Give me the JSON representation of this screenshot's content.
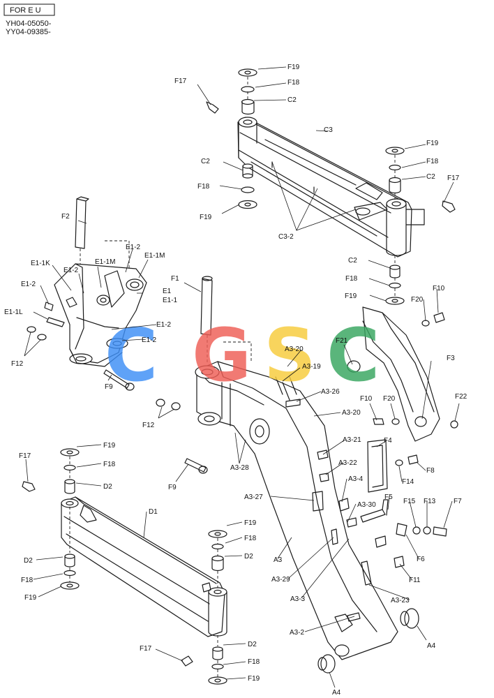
{
  "header": {
    "region_badge": "FOR E U",
    "serial_1": "YH04-05050-",
    "serial_2": "YY04-09385-"
  },
  "watermark": {
    "letters": [
      "C",
      "G",
      "S",
      "C"
    ],
    "colors": [
      "#3d8ef6",
      "#ef5d55",
      "#f7cb3a",
      "#37a55f"
    ]
  },
  "callouts": {
    "f19_top": "F19",
    "f18_top": "F18",
    "c2_top": "C2",
    "f17_top": "F17",
    "c3": "C3",
    "f19_r": "F19",
    "f18_r": "F18",
    "c2_r": "C2",
    "f17_r": "F17",
    "c2_l": "C2",
    "f18_l": "F18",
    "f19_l": "F19",
    "c3_2": "C3-2",
    "c2_b": "C2",
    "f18_b": "F18",
    "f19_b": "F19",
    "f2": "F2",
    "e1_2a": "E1-2",
    "e1_2b": "E1-2",
    "e1_1k": "E1-1K",
    "e1_1m_a": "E1-1M",
    "e1_1m_b": "E1-1M",
    "e1_2c": "E1-2",
    "e1": "E1",
    "e1_1": "E1-1",
    "e1_1l": "E1-1L",
    "e1_2d": "E1-2",
    "e1_2e": "E1-2",
    "f12_a": "F12",
    "f9_a": "F9",
    "f1": "F1",
    "f20_a": "F20",
    "f10_a": "F10",
    "f21": "F21",
    "f3": "F3",
    "a3_20a": "A3-20",
    "a3_19": "A3-19",
    "a3_26": "A3-26",
    "a3_20b": "A3-20",
    "f10_b": "F10",
    "f20_b": "F20",
    "f22": "F22",
    "f12_b": "F12",
    "a3_28": "A3-28",
    "f9_b": "F9",
    "a3_21": "A3-21",
    "f4": "F4",
    "a3_22": "A3-22",
    "f8": "F8",
    "a3_4": "A3-4",
    "f14": "F14",
    "a3_27": "A3-27",
    "a3_30": "A3-30",
    "f5": "F5",
    "f15": "F15",
    "f13": "F13",
    "f7": "F7",
    "f6": "F6",
    "a3": "A3",
    "f11": "F11",
    "a3_29": "A3-29",
    "a3_3": "A3-3",
    "a3_23": "A3-23",
    "a3_2": "A3-2",
    "a4_a": "A4",
    "a4_b": "A4",
    "f17_d": "F17",
    "f19_d1": "F19",
    "f18_d1": "F18",
    "d2_d1": "D2",
    "d1": "D1",
    "d2_d2": "D2",
    "f18_d2": "F18",
    "f19_d2": "F19",
    "f19_d3": "F19",
    "f18_d3": "F18",
    "d2_d3": "D2",
    "f17_d2": "F17",
    "d2_d4": "D2",
    "f18_d4": "F18",
    "f19_d4": "F19"
  }
}
